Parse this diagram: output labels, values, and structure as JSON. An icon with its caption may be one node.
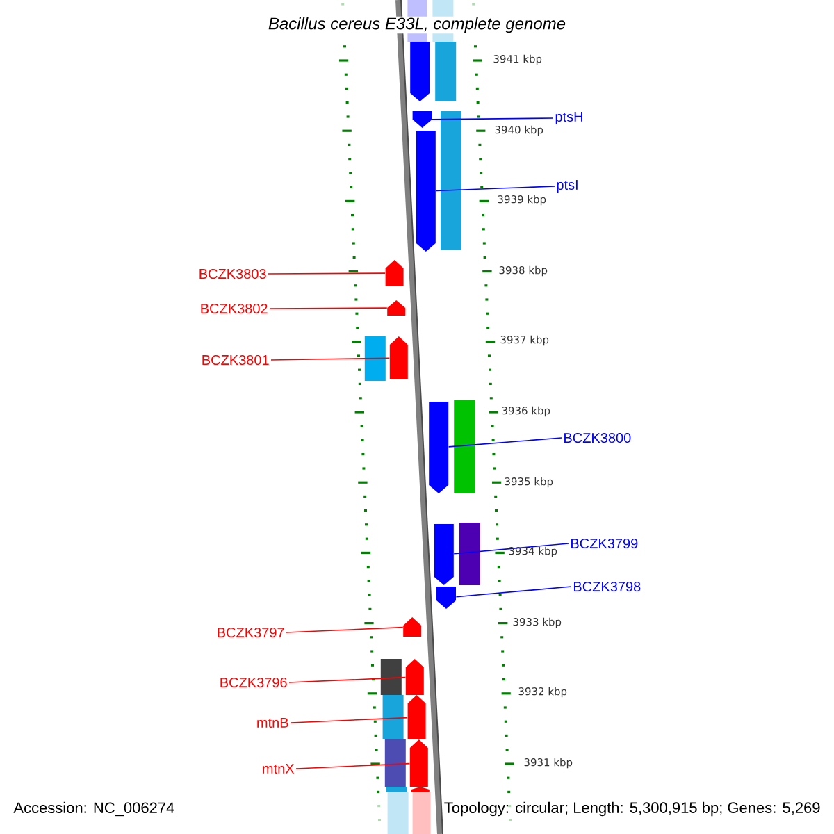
{
  "diagram": {
    "title": "*Bacillus cereus* E33L, complete genome",
    "nodes": [
      {
        "text": [
          "ptsH"
        ]
      },
      {
        "text": [
          "ptsI"
        ]
      },
      {
        "text": [
          "BCZK3803"
        ]
      },
      {
        "text": [
          "BCZK3802"
        ]
      },
      {
        "text": [
          "BCZK3801"
        ]
      },
      {
        "text": [
          "BCZK3800"
        ]
      },
      {
        "text": [
          "BCZK3799"
        ]
      },
      {
        "text": [
          "BCZK3798"
        ]
      },
      {
        "text": [
          "BCZK3797"
        ]
      },
      {
        "text": [
          "BCZK3796"
        ]
      },
      {
        "text": [
          "mtnB"
        ]
      },
      {
        "text": [
          "mtnX"
        ]
      },
      {
        "text": [],
        "shape": "bar"
      },
      {
        "text": [],
        "shape": "bar"
      },
      {
        "text": [],
        "shape": "bar"
      },
      {
        "text": [],
        "shape": "bar"
      },
      {
        "text": [],
        "shape": "bar"
      },
      {
        "text": [],
        "shape": "bar"
      },
      {
        "text": [],
        "shape": "bar"
      },
      {
        "text": [],
        "shape": "bar"
      },
      {
        "text": [],
        "shape": "bar"
      },
      {
        "text": [],
        "shape": "bar"
      },
      {
        "text": [],
        "shape": "bar"
      },
      {
        "text": [],
        "shape": "bar"
      },
      {
        "text": [],
        "shape": "bar"
      },
      {
        "text": [],
        "shape": "box"
      },
      {
        "text": [],
        "shape": "box"
      },
      {
        "text": [],
        "shape": "box"
      },
      {
        "text": [],
        "shape": "box"
      },
      {
        "text": [],
        "shape": "box"
      },
      {
        "text": [],
        "shape": "box"
      },
      {
        "text": [],
        "shape": "box"
      },
      {
        "text": [],
        "shape": "box"
      },
      {
        "text": [],
        "shape": "box"
      },
      {
        "text": [],
        "shape": "bar"
      }
    ],
    "edges": [
      {
        "from": 0,
        "to": 12,
        "arrow": "none",
        "color": "#0000ff"
      },
      {
        "from": 1,
        "to": 13,
        "arrow": "none",
        "color": "#0000ff"
      },
      {
        "from": 2,
        "to": 14,
        "arrow": "none"
      },
      {
        "from": 3,
        "to": 15,
        "arrow": "none"
      },
      {
        "from": 4,
        "to": 16,
        "arrow": "none"
      },
      {
        "from": 5,
        "to": 17,
        "arrow": "none",
        "color": "#0000ff"
      },
      {
        "from": 6,
        "to": 18,
        "arrow": "none",
        "color": "#0000ff"
      },
      {
        "from": 7,
        "to": 19,
        "arrow": "none",
        "color": "#0000ff"
      },
      {
        "from": 8,
        "to": 20,
        "arrow": "none"
      },
      {
        "from": 9,
        "to": 21,
        "arrow": "none"
      },
      {
        "from": 10,
        "to": 22,
        "arrow": "none"
      },
      {
        "from": 11,
        "to": 23,
        "arrow": "none"
      }
    ],
    "labels": [
      "3941 kbp",
      "3940 kbp",
      "3939 kbp",
      "3938 kbp",
      "3937 kbp",
      "3936 kbp",
      "3935 kbp",
      "3934 kbp",
      "3933 kbp",
      "3932 kbp",
      "3931 kbp",
      "Accession: NC_006274",
      "Topology: circular; Length: 5,300,915 bp; Genes: 5,269"
    ]
  }
}
